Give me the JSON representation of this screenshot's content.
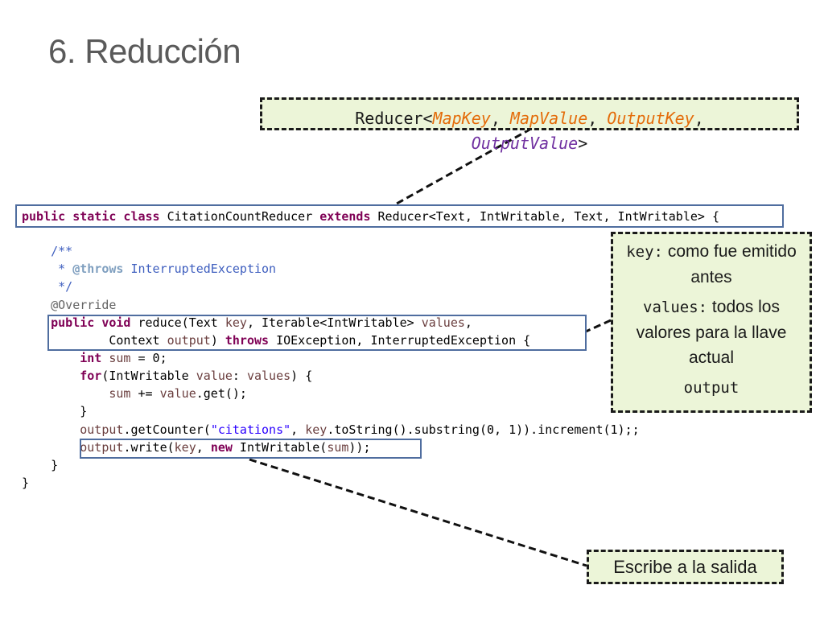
{
  "slide": {
    "title": "6. Reducción"
  },
  "callouts": {
    "reducer_signature": {
      "prefix": "Reducer<",
      "map_key": "MapKey",
      "sep1": ", ",
      "map_value": "MapValue",
      "sep2": ", ",
      "output_key": "OutputKey",
      "sep3": ",",
      "output_value": "OutputValue",
      "suffix": ">"
    },
    "parameters": {
      "key_code": "key:",
      "key_desc": " como fue emitido antes",
      "values_code": "values:",
      "values_desc": " todos los valores para la llave actual",
      "output_code": "output"
    },
    "write": {
      "text": "Escribe a la salida"
    }
  },
  "code": {
    "class_decl": {
      "kw": "public static class",
      "name": " CitationCountReducer ",
      "extends": "extends",
      "rest": " Reducer<Text, IntWritable, Text, IntWritable> {"
    },
    "javadoc_open": "    /**",
    "javadoc_throws_prefix": "     * ",
    "javadoc_throws_tag": "@throws",
    "javadoc_throws_rest": " InterruptedException",
    "javadoc_close": "     */",
    "override": "    @Override",
    "reduce_sig": {
      "kw": "public void",
      "name": " reduce(Text ",
      "p1": "key",
      "mid": ", Iterable<IntWritable> ",
      "p2": "values",
      "end": ","
    },
    "reduce_sig2": {
      "indent": "            Context ",
      "p3": "output",
      "mid": ") ",
      "kw": "throws",
      "rest": " IOException, InterruptedException {"
    },
    "int_line": {
      "indent": "        ",
      "kw": "int",
      "sp": " ",
      "var": "sum",
      "rest": " = 0;"
    },
    "for_line": {
      "indent": "        ",
      "kw": "for",
      "a": "(IntWritable ",
      "v1": "value",
      "b": ": ",
      "v2": "values",
      "c": ") {"
    },
    "sum_line": {
      "indent": "            ",
      "v1": "sum",
      "a": " += ",
      "v2": "value",
      "b": ".get();"
    },
    "close_for": "        }",
    "counter_line": {
      "indent": "        ",
      "v1": "output",
      "a": ".getCounter(",
      "s": "\"citations\"",
      "b": ", ",
      "v2": "key",
      "c": ".toString().substring(0, 1)).increment(1);;"
    },
    "write_line": {
      "indent": "        ",
      "v1": "output",
      "a": ".write(",
      "v2": "key",
      "b": ", ",
      "kw": "new",
      "c": " IntWritable(",
      "v3": "sum",
      "d": "));"
    },
    "close_method": "    }",
    "close_class": "}"
  },
  "colors": {
    "callout_fill": "#ecf5d8",
    "highlight_border": "#4f6d9f",
    "keyword": "#7f0055",
    "comment": "#3f5fbf",
    "string": "#2a00ff",
    "title": "#5a5a5a"
  }
}
